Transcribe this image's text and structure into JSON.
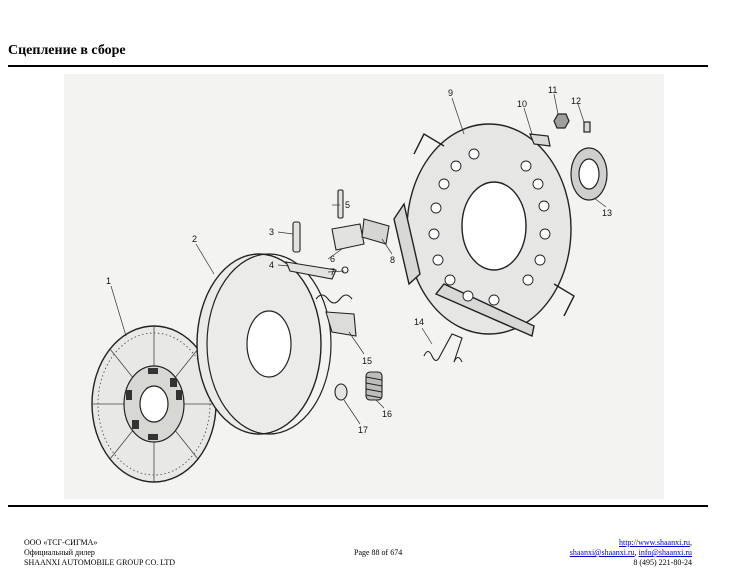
{
  "header": {
    "title": "Сцепление в сборе"
  },
  "figure": {
    "callouts": [
      "1",
      "2",
      "3",
      "4",
      "5",
      "6",
      "7",
      "8",
      "9",
      "10",
      "11",
      "12",
      "13",
      "14",
      "15",
      "16",
      "17"
    ]
  },
  "footer": {
    "company": "ООО «ТСГ-СИГМА»",
    "dealer": "Официальный дилер",
    "group": "SHAANXI AUTOMOBILE GROUP CO. LTD",
    "page": "Page 88 of 674",
    "website": "http://www.shaanxi.ru",
    "email1": "shaanxi@shaanxi.ru",
    "email2": "info@shaanxi.ru",
    "phone": "8 (495) 221-80-24"
  }
}
